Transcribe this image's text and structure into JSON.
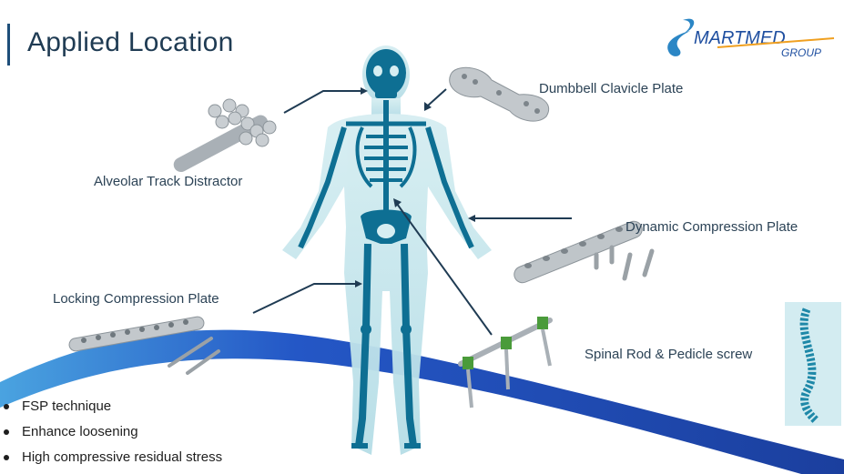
{
  "title": "Applied Location",
  "logo": {
    "primary": "MARTMED",
    "secondary": "GROUP"
  },
  "labels": {
    "alveolar": "Alveolar Track Distractor",
    "dumbbell": "Dumbbell Clavicle Plate",
    "dynamic": "Dynamic Compression Plate",
    "locking": "Locking Compression Plate",
    "spinal": "Spinal Rod & Pedicle screw"
  },
  "bullets": [
    "FSP technique",
    "Enhance loosening",
    "High compressive residual stress"
  ],
  "colors": {
    "skeleton": "#0e6f93",
    "silhouette": "#bfe3ea",
    "swoosh": "#1f4fb5",
    "title_bar": "#1e4e79",
    "text": "#2c4356"
  }
}
